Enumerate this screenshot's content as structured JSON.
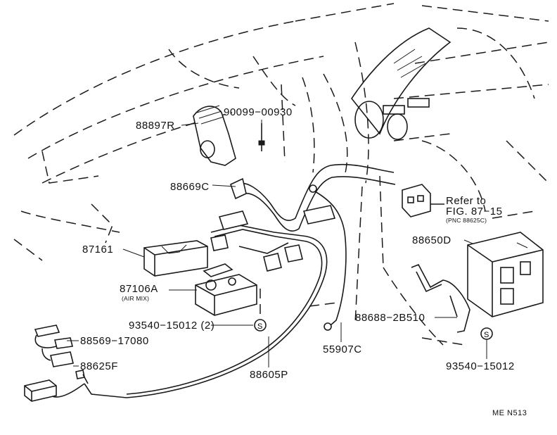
{
  "diagram": {
    "figure_code": "ME N513",
    "parts": {
      "p88897r": "88897R",
      "p90099": "90099−00930",
      "p88669c": "88669C",
      "p87161": "87161",
      "p87106a": "87106A",
      "p87106a_note": "(AIR MIX)",
      "p93540_2": "93540−15012 (2)",
      "p88569": "88569−17080",
      "p88625f": "88625F",
      "p88605p": "88605P",
      "p55907c": "55907C",
      "p88688": "88688−2B510",
      "p88650d": "88650D",
      "p93540": "93540−15012"
    },
    "reference": {
      "line1": "Refer to",
      "line2": "FIG. 87−15",
      "line3": "(PNC 88625C)"
    },
    "icons": [
      "screw-icon",
      "clip-icon",
      "connector-icon"
    ]
  }
}
